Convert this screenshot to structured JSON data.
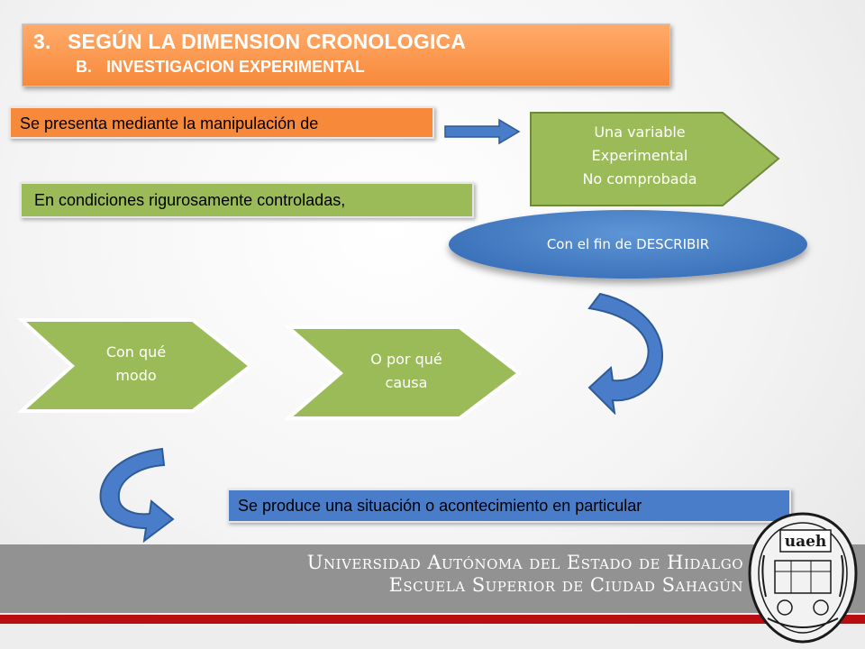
{
  "title": {
    "line1_number": "3.",
    "line1_text": "SEGÚN LA DIMENSION CRONOLOGICA",
    "line2_number": "B.",
    "line2_text": "INVESTIGACION EXPERIMENTAL"
  },
  "labels": {
    "manipulation": "Se presenta mediante la manipulación de",
    "conditions": "En condiciones rigurosamente controladas,",
    "situation": "Se produce una situación o acontecimiento en particular"
  },
  "variable_box": {
    "line1": "Una variable",
    "line2": "Experimental",
    "line3": "No comprobada"
  },
  "purpose_ellipse": "Con el fin de DESCRIBIR",
  "chevrons": {
    "first_line1": "Con qué",
    "first_line2": "modo",
    "second_line1": "O por qué",
    "second_line2": "causa"
  },
  "footer": {
    "university": "Universidad Autónoma del Estado de Hidalgo",
    "school": "Escuela Superior de Ciudad Sahagún",
    "seal_text": "uaeh"
  },
  "colors": {
    "orange": "#f7893a",
    "green": "#9bbb59",
    "blue": "#4a7dc9",
    "dark_blue": "#2f66b0",
    "footer_gray": "#929292",
    "footer_red": "#b80e12"
  },
  "icons": [
    "right-arrow-icon",
    "curved-arrow-icon",
    "university-seal-icon"
  ]
}
